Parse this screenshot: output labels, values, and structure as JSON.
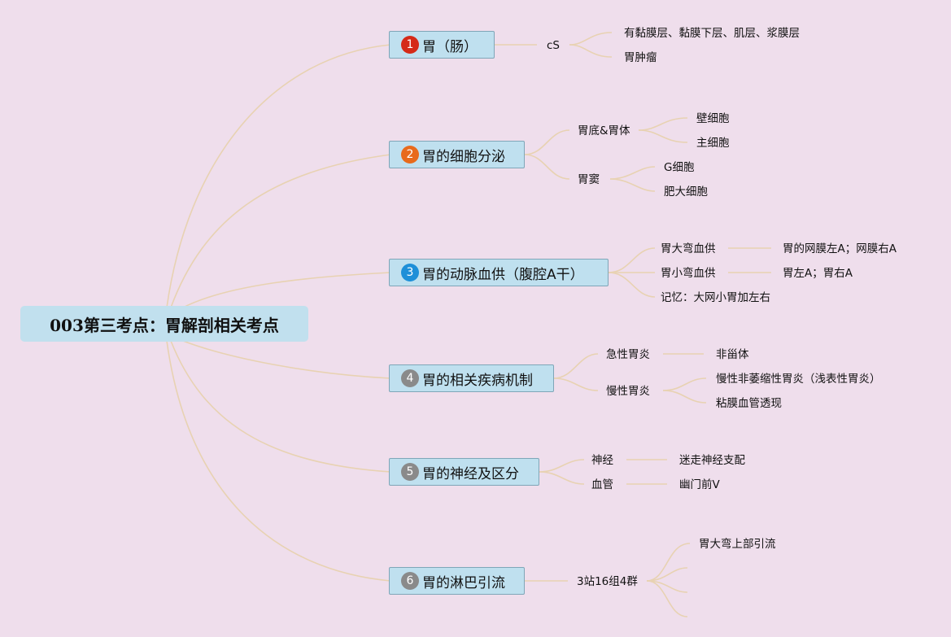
{
  "root": {
    "title": "003第三考点：胃解剖相关考点"
  },
  "branches": [
    {
      "num": "1",
      "badge_color": "#d52a18",
      "title": "胃（肠）"
    },
    {
      "num": "2",
      "badge_color": "#e86a1c",
      "title": "胃的细胞分泌"
    },
    {
      "num": "3",
      "badge_color": "#1e8fd8",
      "title": "胃的动脉血供（腹腔A干）"
    },
    {
      "num": "4",
      "badge_color": "#8a8a8a",
      "title": "胃的相关疾病机制"
    },
    {
      "num": "5",
      "badge_color": "#8a8a8a",
      "title": "胃的神经及区分"
    },
    {
      "num": "6",
      "badge_color": "#8a8a8a",
      "title": "胃的淋巴引流"
    }
  ],
  "nodes": {
    "b1_cs": "cS",
    "b1_layers": "有黏膜层、黏膜下层、肌层、浆膜层",
    "b1_tumor": "胃肿瘤",
    "b2_fundus": "胃底&胃体",
    "b2_parietal": "壁细胞",
    "b2_chief": "主细胞",
    "b2_antrum": "胃窦",
    "b2_g": "G细胞",
    "b2_mast": "肥大细胞",
    "b3_greater": "胃大弯血供",
    "b3_greater_a": "胃的网膜左A；网膜右A",
    "b3_lesser": "胃小弯血供",
    "b3_lesser_a": "胃左A；胃右A",
    "b3_memo": "记忆：大网小胃加左右",
    "b4_acute": "急性胃炎",
    "b4_acute_x": "非甾体",
    "b4_chronic": "慢性胃炎",
    "b4_chronic_1": "慢性非萎缩性胃炎（浅表性胃炎）",
    "b4_chronic_2": "粘膜血管透现",
    "b5_nerve": "神经",
    "b5_nerve_x": "迷走神经支配",
    "b5_vessel": "血管",
    "b5_vessel_x": "幽门前V",
    "b6_groups": "3站16组4群",
    "b6_upper": "胃大弯上部引流"
  }
}
